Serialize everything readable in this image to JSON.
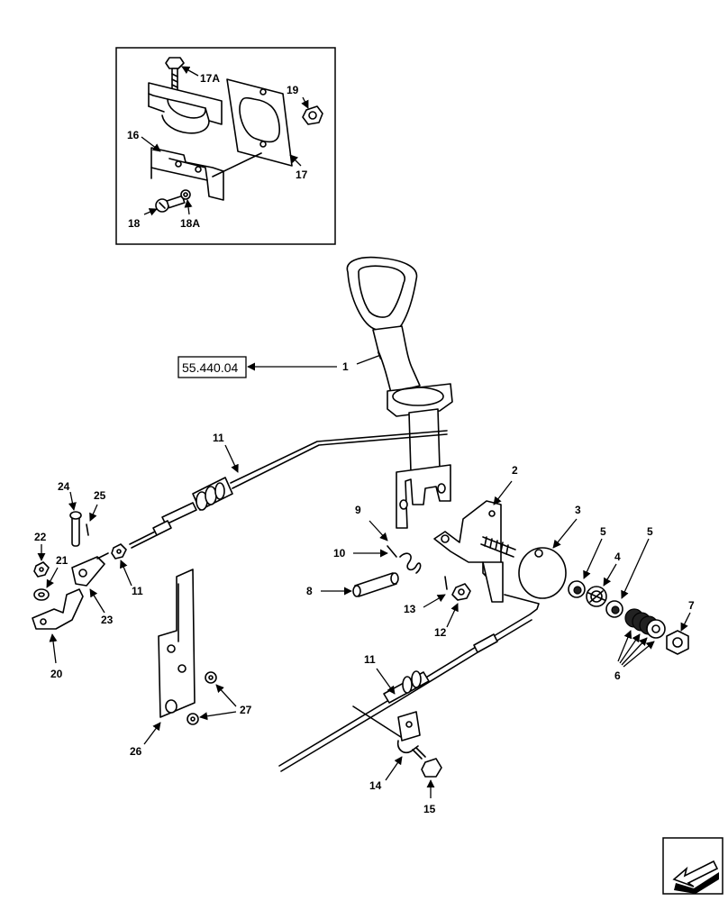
{
  "reference_box": {
    "text": "55.440.04"
  },
  "callouts": {
    "c1": "1",
    "c2": "2",
    "c3": "3",
    "c4": "4",
    "c5a": "5",
    "c5b": "5",
    "c6": "6",
    "c7": "7",
    "c8": "8",
    "c9": "9",
    "c10": "10",
    "c11a": "11",
    "c11b": "11",
    "c11c": "11",
    "c12": "12",
    "c13": "13",
    "c14": "14",
    "c15": "15",
    "c16": "16",
    "c17": "17",
    "c17a": "17A",
    "c18": "18",
    "c18a": "18A",
    "c19": "19",
    "c20": "20",
    "c21": "21",
    "c22": "22",
    "c23": "23",
    "c24": "24",
    "c25": "25",
    "c26": "26",
    "c27": "27"
  },
  "nav_icon": {
    "name": "previous-page-arrow-icon"
  }
}
